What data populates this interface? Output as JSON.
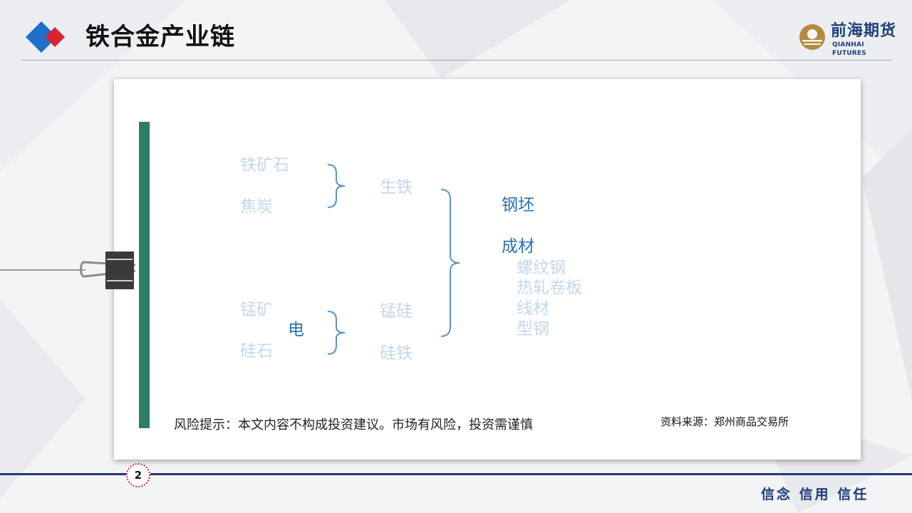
{
  "header": {
    "title": "铁合金产业链",
    "brand_cn": "前海期货",
    "brand_en": "QIANHAI FUTURES",
    "logo_colors": {
      "blue": "#1e6fc8",
      "red": "#d9232e",
      "gold": "#b48a3c"
    }
  },
  "diagram": {
    "raw_iron": [
      "铁矿石",
      "焦炭"
    ],
    "pig_iron": "生铁",
    "raw_alloy": [
      "锰矿",
      "硅石"
    ],
    "power": "电",
    "alloys": [
      "锰硅",
      "硅铁"
    ],
    "products": [
      "钢坯",
      "成材"
    ],
    "finished": [
      "螺纹钢",
      "热轧卷板",
      "线材",
      "型钢"
    ],
    "colors": {
      "faded": "#c3d7ea",
      "strong": "#2c6fad",
      "bracket": "#5b93c9",
      "bar": "#2e7d6b"
    }
  },
  "footer": {
    "risk_text": "风险提示：本文内容不构成投资建议。市场有风险，投资需谨慎",
    "source_text": "资料来源：郑州商品交易所",
    "page_number": "2",
    "slogan": "信念 信用 信任"
  }
}
